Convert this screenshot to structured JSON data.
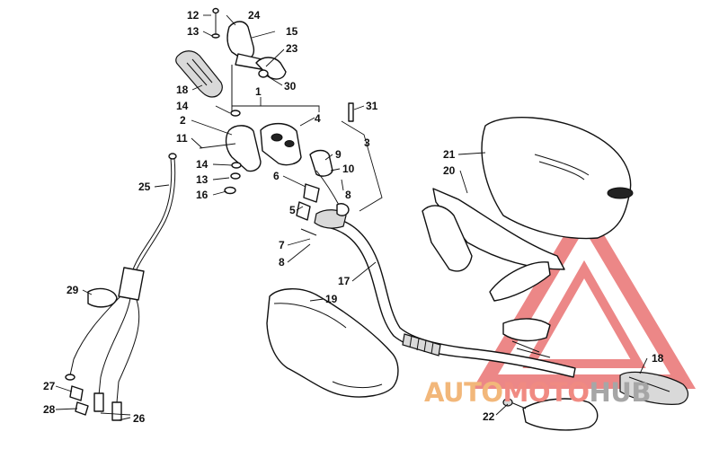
{
  "diagram": {
    "callouts": [
      "12",
      "24",
      "13",
      "15",
      "23",
      "30",
      "18",
      "1",
      "14",
      "31",
      "4",
      "2",
      "11",
      "3",
      "9",
      "10",
      "6",
      "8",
      "5",
      "14",
      "13",
      "16",
      "21",
      "20",
      "25",
      "7",
      "8",
      "17",
      "19",
      "29",
      "18",
      "27",
      "28",
      "22",
      "26"
    ]
  },
  "watermark": {
    "part1": "AUTO",
    "part2": "MOTO",
    "part3": "HUB",
    "colors": {
      "auto": "#f2b77a",
      "moto": "#f08a82",
      "hub": "#a6a6a6",
      "triangle": "#e86a6a"
    }
  }
}
